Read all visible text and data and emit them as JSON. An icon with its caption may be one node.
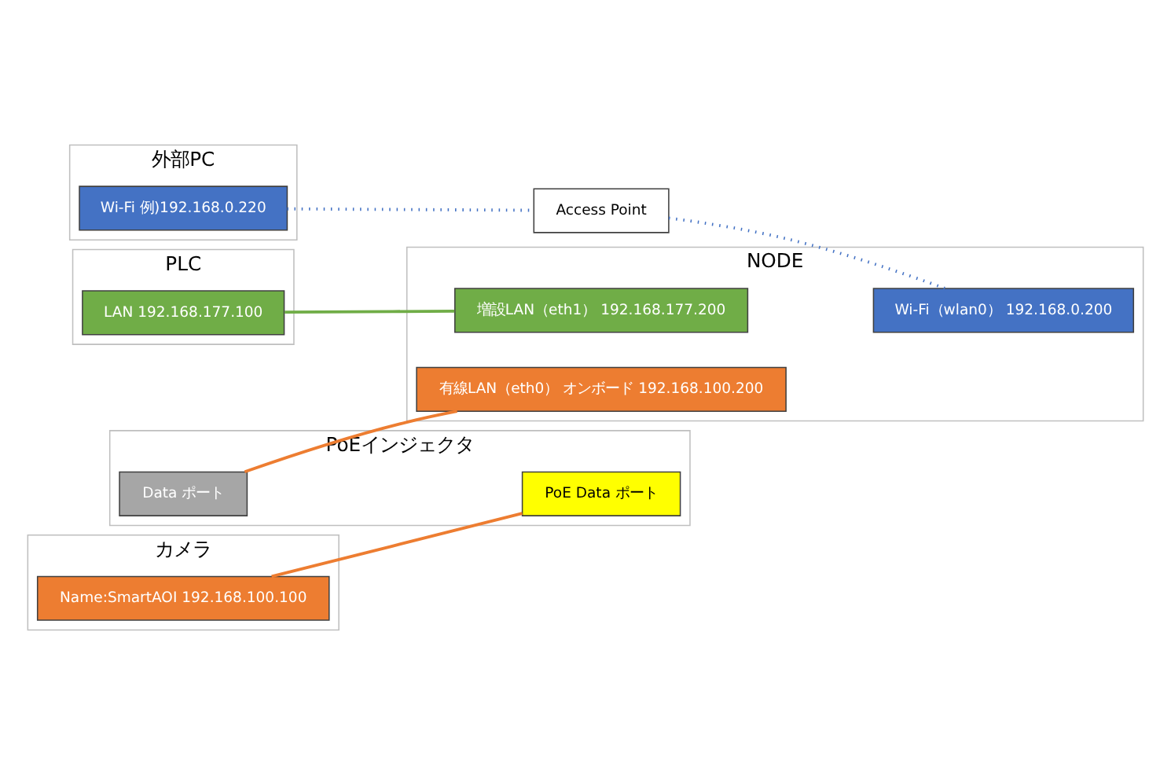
{
  "diagram": {
    "nodes": [
      {
        "text": [
          "外部PC"
        ]
      },
      {
        "text": [
          "Wi-Fi 例)192.168.0.220"
        ],
        "in": 0
      },
      {
        "text": [
          "Access Point"
        ]
      },
      {
        "text": [
          "NODE"
        ]
      },
      {
        "text": [
          "Wi-Fi（wlan0） 192.168.0.200"
        ],
        "in": 3
      },
      {
        "text": [
          "カメラ"
        ]
      },
      {
        "text": [
          "Name:SmartAOI 192.168.100.100"
        ],
        "in": 5
      },
      {
        "text": [
          "PoEインジェクタ"
        ]
      },
      {
        "text": [
          "PoE Data ポート"
        ],
        "in": 7
      },
      {
        "text": [
          "Data ポート"
        ],
        "in": 7
      },
      {
        "text": [
          "有線LAN（eth0） オンボード 192.168.100.200"
        ],
        "in": 3
      },
      {
        "text": [
          "PLC"
        ]
      },
      {
        "text": [
          "LAN 192.168.177.100"
        ],
        "in": 11
      },
      {
        "text": [
          "増設LAN（eth1） 192.168.177.200"
        ],
        "in": 3
      }
    ],
    "edges": [
      {
        "from": 1,
        "to": 2,
        "arrow": "none",
        "style": "dashed",
        "color": "#4472c4"
      },
      {
        "from": 2,
        "to": 4,
        "arrow": "none",
        "style": "dashed",
        "color": "#4472c4"
      },
      {
        "from": 6,
        "to": 8,
        "arrow": "none",
        "color": "#ed7d31"
      },
      {
        "from": 9,
        "to": 10,
        "arrow": "none",
        "color": "#ed7d31"
      },
      {
        "from": 12,
        "to": 13,
        "arrow": "none",
        "color": "#70ad47"
      }
    ]
  }
}
